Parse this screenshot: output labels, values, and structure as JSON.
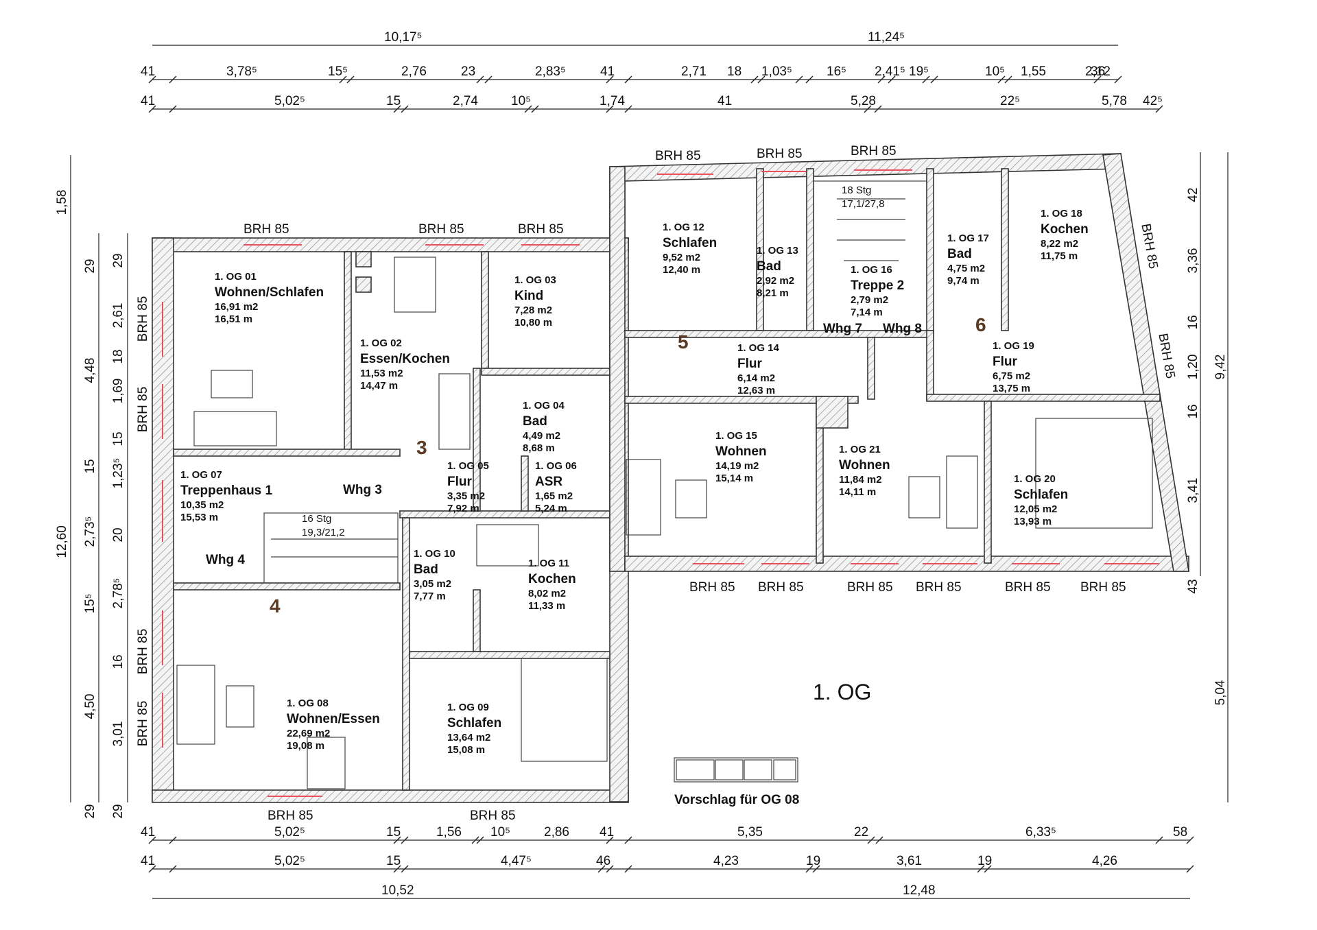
{
  "plan": {
    "floor_label": "1. OG",
    "caption": "Vorschlag für OG 08",
    "brh_label": "BRH 85",
    "rooms": [
      {
        "number": "1. OG 01",
        "name": "Wohnen/Schlafen",
        "area": "16,91 m2",
        "perimeter": "16,51   m"
      },
      {
        "number": "1. OG 02",
        "name": "Essen/Kochen",
        "area": "11,53 m2",
        "perimeter": "14,47   m"
      },
      {
        "number": "1. OG 03",
        "name": "Kind",
        "area": "7,28 m2",
        "perimeter": "10,80   m"
      },
      {
        "number": "1. OG 04",
        "name": "Bad",
        "area": "4,49 m2",
        "perimeter": "8,68   m"
      },
      {
        "number": "1. OG 05",
        "name": "Flur",
        "area": "3,35 m2",
        "perimeter": "7,92   m"
      },
      {
        "number": "1. OG 06",
        "name": "ASR",
        "area": "1,65 m2",
        "perimeter": "5,24   m"
      },
      {
        "number": "1. OG 07",
        "name": "Treppenhaus 1",
        "area": "10,35 m2",
        "perimeter": "15,53   m"
      },
      {
        "number": "1. OG 08",
        "name": "Wohnen/Essen",
        "area": "22,69 m2",
        "perimeter": "19,08   m"
      },
      {
        "number": "1. OG 09",
        "name": "Schlafen",
        "area": "13,64 m2",
        "perimeter": "15,08   m"
      },
      {
        "number": "1. OG 10",
        "name": "Bad",
        "area": "3,05 m2",
        "perimeter": "7,77   m"
      },
      {
        "number": "1. OG 11",
        "name": "Kochen",
        "area": "8,02 m2",
        "perimeter": "11,33   m"
      },
      {
        "number": "1. OG 12",
        "name": "Schlafen",
        "area": "9,52 m2",
        "perimeter": "12,40   m"
      },
      {
        "number": "1. OG 13",
        "name": "Bad",
        "area": "2,92 m2",
        "perimeter": "8,21   m"
      },
      {
        "number": "1. OG 14",
        "name": "Flur",
        "area": "6,14 m2",
        "perimeter": "12,63   m"
      },
      {
        "number": "1. OG 15",
        "name": "Wohnen",
        "area": "14,19 m2",
        "perimeter": "15,14   m"
      },
      {
        "number": "1. OG 16",
        "name": "Treppe 2",
        "area": "2,79 m2",
        "perimeter": "7,14   m"
      },
      {
        "number": "1. OG 17",
        "name": "Bad",
        "area": "4,75 m2",
        "perimeter": "9,74   m"
      },
      {
        "number": "1. OG 18",
        "name": "Kochen",
        "area": "8,22 m2",
        "perimeter": "11,75   m"
      },
      {
        "number": "1. OG 19",
        "name": "Flur",
        "area": "6,75 m2",
        "perimeter": "13,75   m"
      },
      {
        "number": "1. OG 20",
        "name": "Schlafen",
        "area": "12,05 m2",
        "perimeter": "13,93   m"
      },
      {
        "number": "1. OG 21",
        "name": "Wohnen",
        "area": "11,84 m2",
        "perimeter": "14,11   m"
      }
    ],
    "units": [
      "3",
      "4",
      "5",
      "6"
    ],
    "whg_labels": [
      "Whg 3",
      "Whg 4",
      "Whg 7",
      "Whg 8"
    ],
    "stairs": [
      {
        "steps": "16 Stg",
        "ratio": "19,3/21,2"
      },
      {
        "steps": "18 Stg",
        "ratio": "17,1/27,8"
      }
    ],
    "dims": {
      "top1": [
        "10,17⁵",
        "11,24⁵"
      ],
      "top2": [
        "41",
        "3,78⁵",
        "15⁵",
        "2,76",
        "23",
        "2,83⁵",
        "41",
        "2,71",
        "18",
        "1,03⁵",
        "16⁵",
        "2,41⁵",
        "19⁵",
        "10⁵",
        "1,55",
        "2,12",
        "36"
      ],
      "top3": [
        "41",
        "5,02⁵",
        "15",
        "2,74",
        "10⁵",
        "1,74",
        "41",
        "5,28",
        "22⁵",
        "5,78",
        "42⁵"
      ],
      "bot1": [
        "41",
        "5,02⁵",
        "15",
        "1,56",
        "10⁵",
        "2,86",
        "41",
        "5,35",
        "22",
        "6,33⁵",
        "58"
      ],
      "bot2": [
        "41",
        "5,02⁵",
        "15",
        "4,47⁵",
        "46",
        "4,23",
        "19",
        "3,61",
        "19",
        "4,26"
      ],
      "bot3": [
        "10,52",
        "12,48"
      ],
      "left1": [
        "1,58",
        "12,60"
      ],
      "left2": [
        "29",
        "4,48",
        "15",
        "2,73⁵",
        "15⁵",
        "4,50",
        "29"
      ],
      "left3": [
        "29",
        "2,61",
        "18",
        "1,69",
        "15",
        "1,23⁵",
        "20",
        "2,78⁵",
        "16",
        "3,01",
        "29"
      ],
      "right1": [
        "9,42",
        "5,04"
      ],
      "right2": [
        "42",
        "3,36",
        "16",
        "1,20",
        "16",
        "3,41",
        "43"
      ]
    }
  }
}
